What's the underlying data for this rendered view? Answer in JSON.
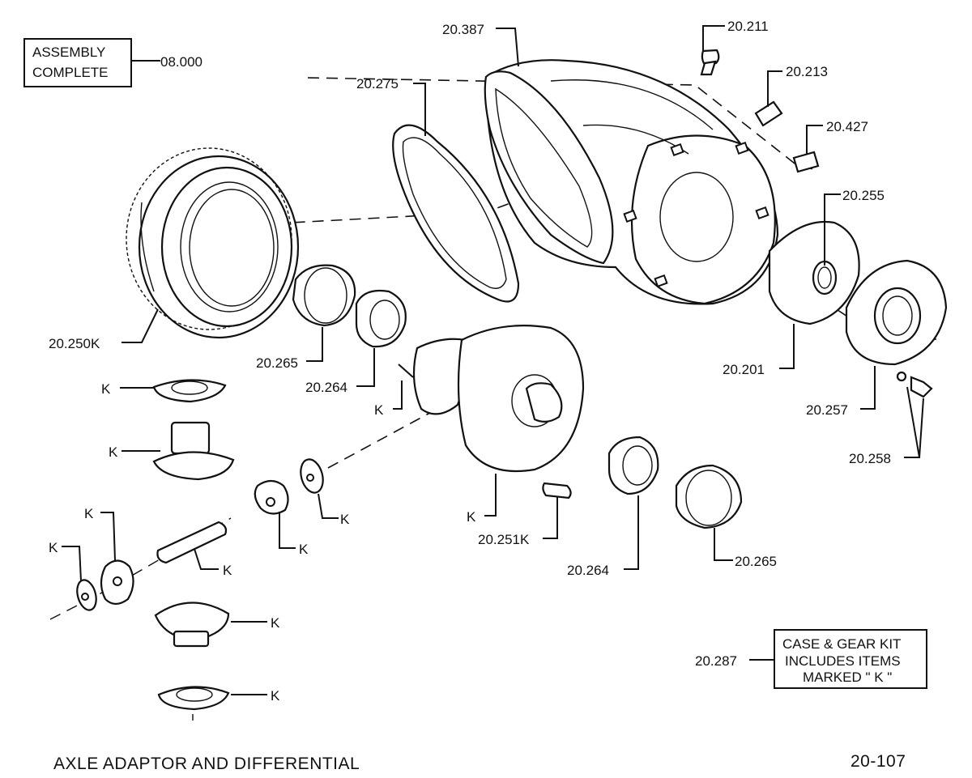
{
  "assembly_box": {
    "line1": "ASSEMBLY",
    "line2": "COMPLETE",
    "number": "08.000"
  },
  "kit_box": {
    "number": "20.287",
    "line1": "CASE & GEAR  KIT",
    "line2": "INCLUDES  ITEMS",
    "line3": "MARKED \" K \""
  },
  "callouts": {
    "c20387": "20.387",
    "c20211": "20.211",
    "c20213": "20.213",
    "c20427": "20.427",
    "c20275": "20.275",
    "c20255": "20.255",
    "c20250K": "20.250K",
    "c20265a": "20.265",
    "c20264a": "20.264",
    "c20201": "20.201",
    "c20257": "20.257",
    "c20258": "20.258",
    "c20251K": "20.251K",
    "c20264b": "20.264",
    "c20265b": "20.265",
    "k": "K"
  },
  "footer": {
    "title": "AXLE ADAPTOR AND DIFFERENTIAL",
    "page": "20-107"
  }
}
